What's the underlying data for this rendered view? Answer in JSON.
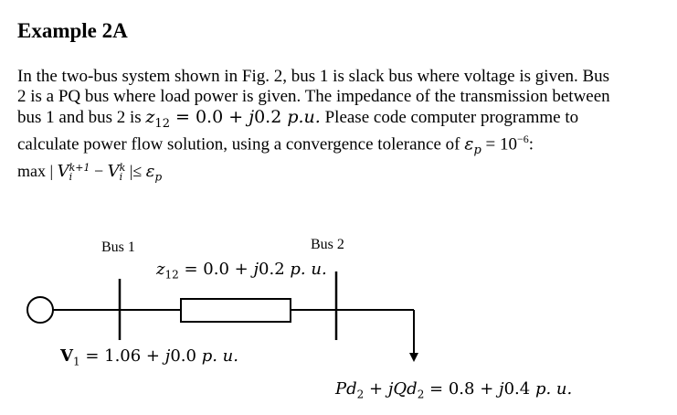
{
  "heading": {
    "title": "Example 2A"
  },
  "problem": {
    "line1": "In the two-bus system shown in Fig. 2, bus 1 is slack bus where voltage is given. Bus",
    "line2": "2 is a PQ bus where load power is given. The impedance of the transmission between",
    "line3_pre": "bus 1 and bus 2 is ",
    "line3_z": "z",
    "line3_sub": "12",
    "line3_eq": " = 0.0 + ",
    "line3_j": "j",
    "line3_val": "0.2 ",
    "line3_pu": "p.u.",
    "line3_post": "  Please code computer programme to",
    "line4_pre": "calculate power flow solution, using a convergence tolerance of ",
    "line4_eps": "ε",
    "line4_epssub": "p",
    "line4_eq": " = 10",
    "line4_exp": "−6",
    "line4_post": ":",
    "criterion_max": "max | ",
    "criterion_v1": "V",
    "criterion_sup1": "k+1",
    "criterion_sub1": "i",
    "criterion_minus": " − ",
    "criterion_v2": "V",
    "criterion_sup2": "k",
    "criterion_sub2": "i",
    "criterion_le": " |≤ ",
    "criterion_eps": "ε",
    "criterion_epssub": "p"
  },
  "figure": {
    "bus1_label": "Bus 1",
    "bus2_label": "Bus 2",
    "impedance_z": "z",
    "impedance_sub": "12",
    "impedance_val": " = 0.0 + ",
    "impedance_j": "j",
    "impedance_num": "0.2 ",
    "impedance_pu": "p. u.",
    "v1_symbol": "V",
    "v1_sub": "1",
    "v1_val": " = 1.06 + ",
    "v1_j": "j",
    "v1_num": "0.0 ",
    "v1_pu": "p. u.",
    "load_p": "Pd",
    "load_psub": "2",
    "load_plus": " + ",
    "load_j": "jQd",
    "load_qsub": "2",
    "load_val": " = 0.8 + ",
    "load_j2": "j",
    "load_num": "0.4 ",
    "load_pu": "p. u."
  }
}
